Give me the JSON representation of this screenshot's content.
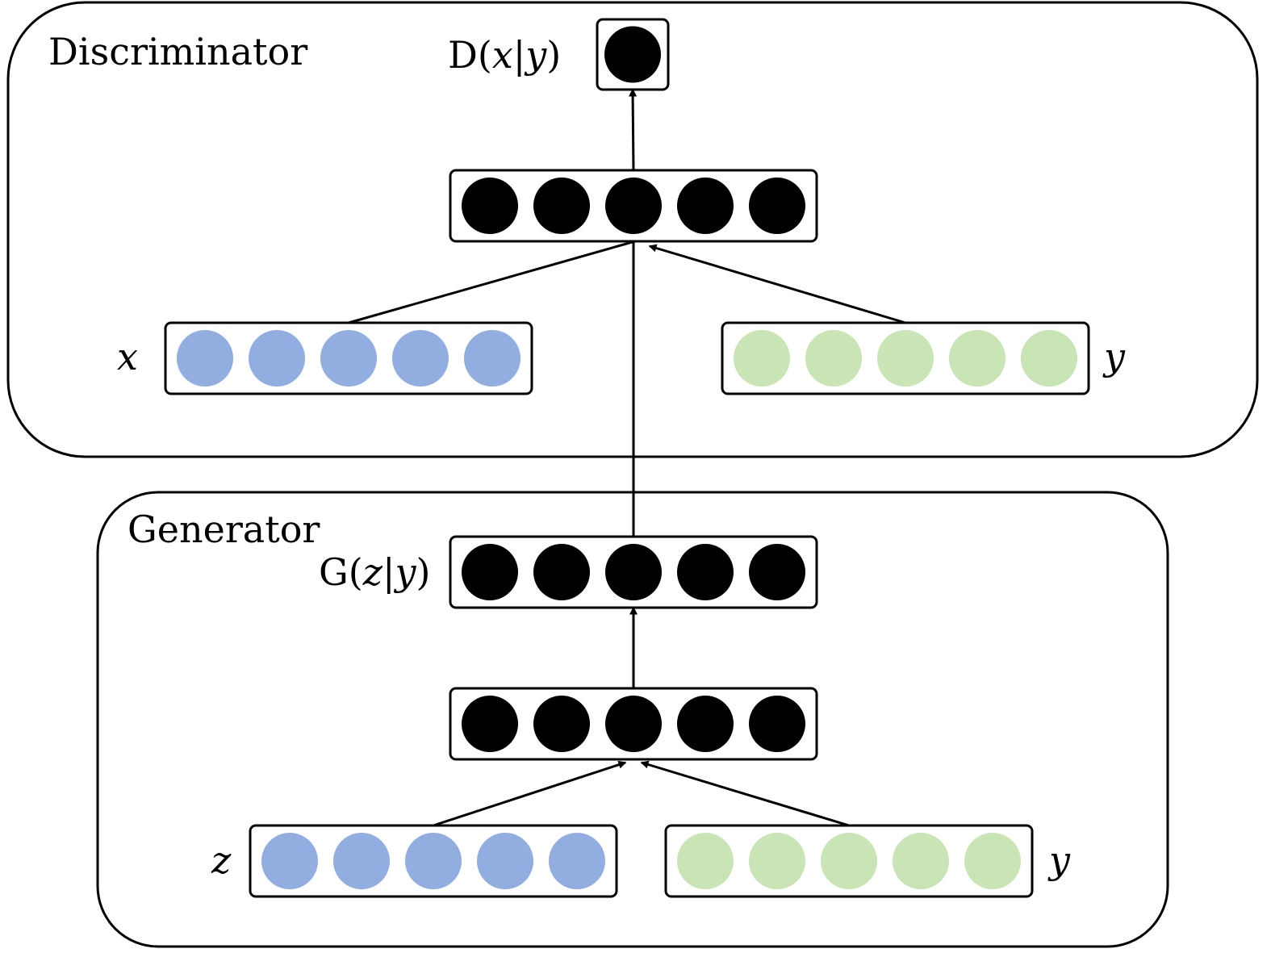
{
  "colors": {
    "hidden": "#000000",
    "data_input": "#92aee0",
    "condition_input": "#c9e5b6",
    "stroke": "#000000"
  },
  "discriminator": {
    "title": "Discriminator",
    "output_label": "D(x|y)",
    "output_label_parts": [
      "D(",
      "x",
      "|",
      "y",
      ")"
    ],
    "output_units": 1,
    "hidden_units": 5,
    "input_x": {
      "label": "x",
      "units": 5
    },
    "input_y": {
      "label": "y",
      "units": 5
    }
  },
  "generator": {
    "title": "Generator",
    "output_label": "G(z|y)",
    "output_label_parts": [
      "G(",
      "z",
      "|",
      "y",
      ")"
    ],
    "output_units": 5,
    "hidden_units": 5,
    "input_z": {
      "label": "z",
      "units": 5
    },
    "input_y": {
      "label": "y",
      "units": 5
    }
  },
  "edges": [
    {
      "from": "generator-output",
      "to": "discriminator-hidden"
    },
    {
      "from": "discriminator-input-x",
      "to": "discriminator-hidden"
    },
    {
      "from": "discriminator-input-y",
      "to": "discriminator-hidden"
    },
    {
      "from": "discriminator-hidden",
      "to": "discriminator-output"
    },
    {
      "from": "generator-hidden",
      "to": "generator-output"
    },
    {
      "from": "generator-input-z",
      "to": "generator-hidden"
    },
    {
      "from": "generator-input-y",
      "to": "generator-hidden"
    }
  ]
}
